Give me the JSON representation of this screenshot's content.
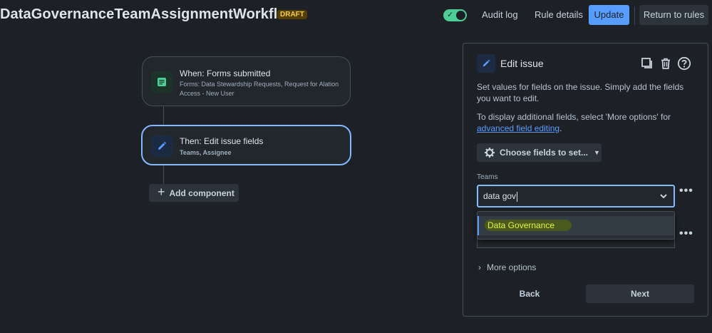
{
  "header": {
    "title": "DataGovernanceTeamAssignmentWorkflow",
    "status_badge": "DRAFT",
    "audit_log": "Audit log",
    "rule_details": "Rule details",
    "update": "Update",
    "return_to_rules": "Return to rules",
    "rule_enabled": true
  },
  "flow": {
    "trigger": {
      "title": "When: Forms submitted",
      "subtitle": "Forms: Data Stewardship Requests, Request for Alation Access - New User",
      "icon": "form-icon"
    },
    "action": {
      "title": "Then: Edit issue fields",
      "subtitle": "Teams, Assignee",
      "icon": "pencil-icon"
    },
    "add_component": "Add component"
  },
  "panel": {
    "title": "Edit issue",
    "description": "Set values for fields on the issue. Simply add the fields you want to edit.",
    "more_info_prefix": "To display additional fields, select 'More options' for ",
    "more_info_link": "advanced field editing",
    "more_info_suffix": ".",
    "choose_fields": "Choose fields to set...",
    "teams_label": "Teams",
    "teams_value": "data gov",
    "dropdown_option": "Data Governance",
    "more_options": "More options",
    "back": "Back",
    "next": "Next"
  },
  "colors": {
    "background": "#1d2125",
    "accent": "#579dff",
    "toggle_on": "#4bce97",
    "badge_bg": "#533f04",
    "badge_text": "#f5cd47"
  }
}
